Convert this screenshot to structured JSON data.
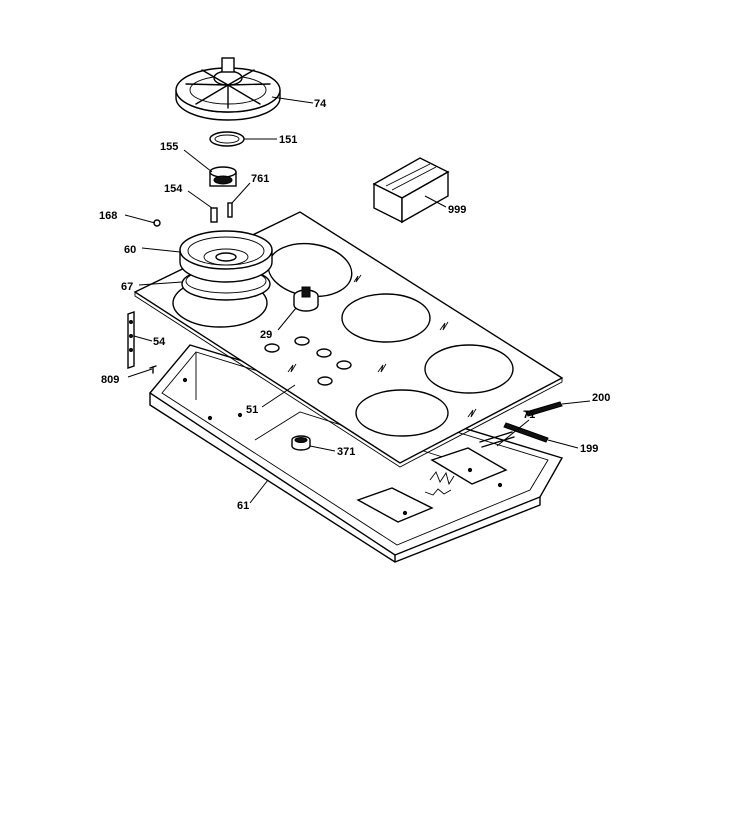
{
  "callouts": [
    {
      "id": "c74",
      "label": "74"
    },
    {
      "id": "c151",
      "label": "151"
    },
    {
      "id": "c155",
      "label": "155"
    },
    {
      "id": "c154",
      "label": "154"
    },
    {
      "id": "c761",
      "label": "761"
    },
    {
      "id": "c168",
      "label": "168"
    },
    {
      "id": "c60",
      "label": "60"
    },
    {
      "id": "c67",
      "label": "67"
    },
    {
      "id": "c29",
      "label": "29"
    },
    {
      "id": "c54",
      "label": "54"
    },
    {
      "id": "c809",
      "label": "809"
    },
    {
      "id": "c51",
      "label": "51"
    },
    {
      "id": "c371",
      "label": "371"
    },
    {
      "id": "c61",
      "label": "61"
    },
    {
      "id": "c71",
      "label": "71"
    },
    {
      "id": "c200",
      "label": "200"
    },
    {
      "id": "c199",
      "label": "199"
    },
    {
      "id": "c999",
      "label": "999"
    }
  ]
}
